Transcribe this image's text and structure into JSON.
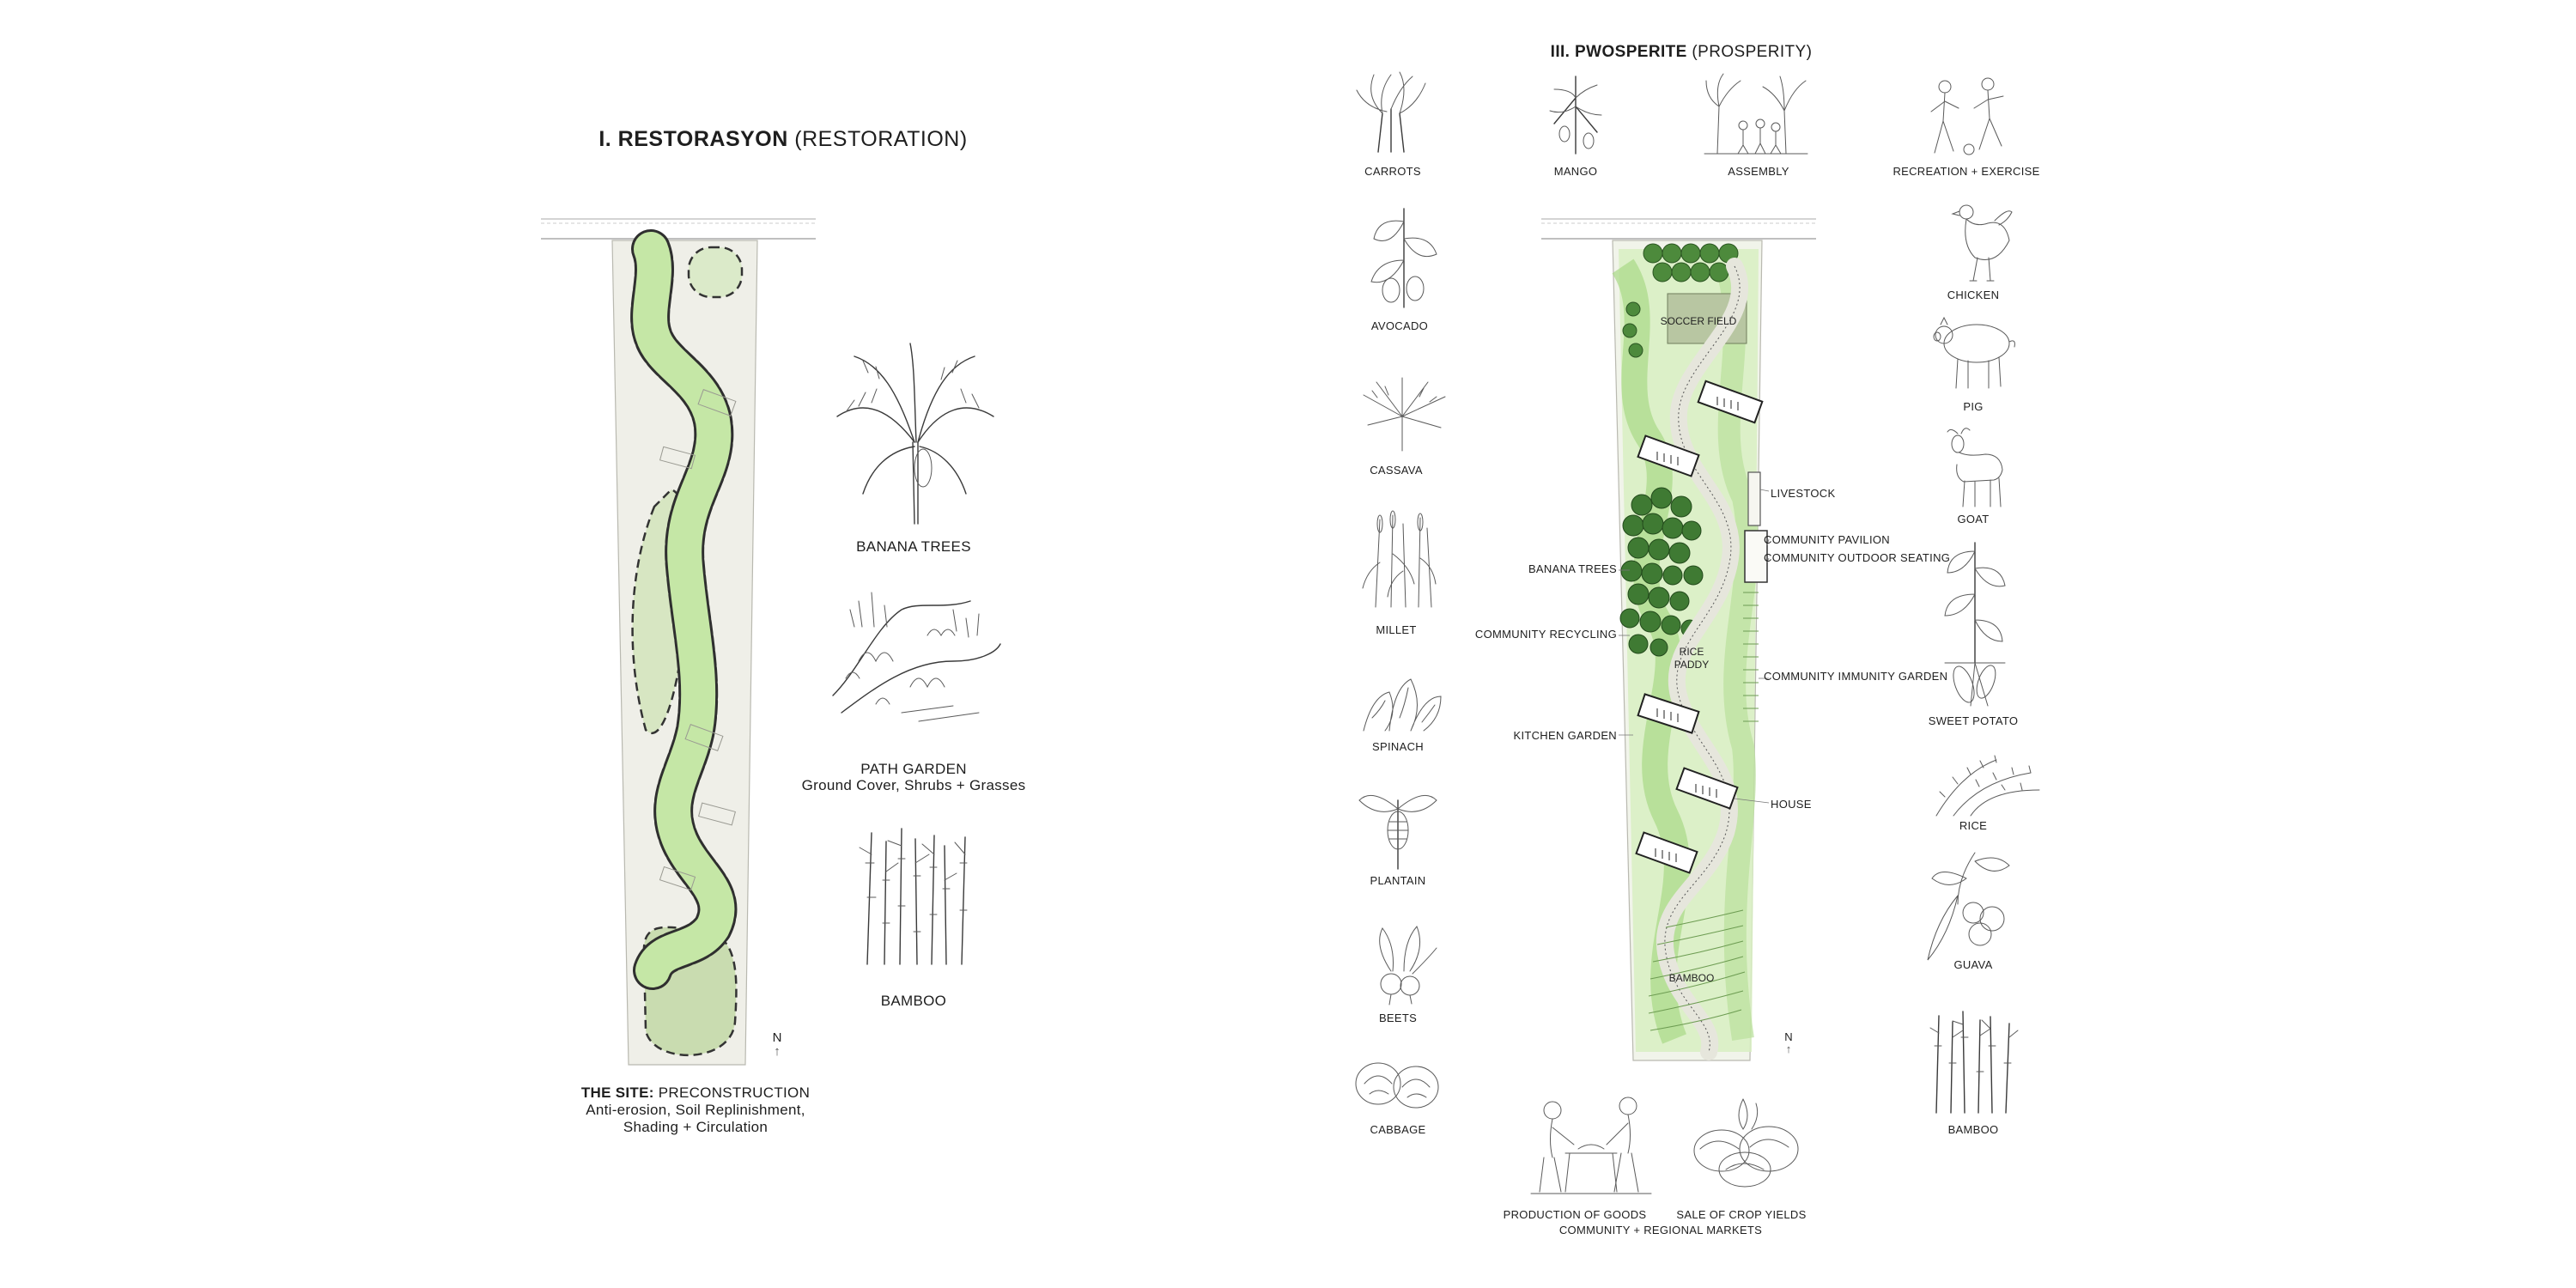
{
  "left": {
    "title_bold": "I. RESTORASYON",
    "title_rest": "(RESTORATION)",
    "north": "N",
    "north_arrow": "↑",
    "site_caption_bold": "THE SITE:",
    "site_caption_rest": "PRECONSTRUCTION",
    "site_caption_line2": "Anti-erosion, Soil Replinishment,",
    "site_caption_line3": "Shading + Circulation",
    "plants": [
      {
        "label": "BANANA TREES",
        "icon": "banana-tree-icon"
      },
      {
        "label": "PATH GARDEN",
        "sub": "Ground Cover, Shrubs + Grasses",
        "icon": "path-garden-icon"
      },
      {
        "label": "BAMBOO",
        "icon": "bamboo-icon"
      }
    ]
  },
  "right": {
    "title_bold": "III. PWOSPERITE",
    "title_rest": "(PROSPERITY)",
    "north": "N",
    "north_arrow": "↑",
    "top_row": [
      "CARROTS",
      "MANGO",
      "ASSEMBLY",
      "RECREATION + EXERCISE"
    ],
    "left_column": [
      "AVOCADO",
      "CASSAVA",
      "MILLET",
      "SPINACH",
      "PLANTAIN",
      "BEETS",
      "CABBAGE"
    ],
    "right_column": [
      "CHICKEN",
      "PIG",
      "GOAT",
      "SWEET POTATO",
      "RICE",
      "GUAVA",
      "BAMBOO"
    ],
    "plan_labels_left": [
      "BANANA TREES",
      "COMMUNITY RECYCLING",
      "KITCHEN GARDEN"
    ],
    "plan_labels_right": [
      "LIVESTOCK",
      "COMMUNITY PAVILION",
      "COMMUNITY OUTDOOR SEATING",
      "COMMUNITY IMMUNITY GARDEN",
      "HOUSE"
    ],
    "plan_labels_inner": [
      "SOCCER FIELD",
      "RICE",
      "PADDY",
      "BAMBOO"
    ],
    "bottom": {
      "production": "PRODUCTION OF GOODS",
      "sale": "SALE OF CROP YIELDS",
      "markets": "COMMUNITY + REGIONAL MARKETS"
    }
  },
  "colors": {
    "green_light": "#cfe9b2",
    "green_path": "#bfe3a1",
    "green_dark": "#3f7a33",
    "site_bg": "#eeeee6"
  }
}
